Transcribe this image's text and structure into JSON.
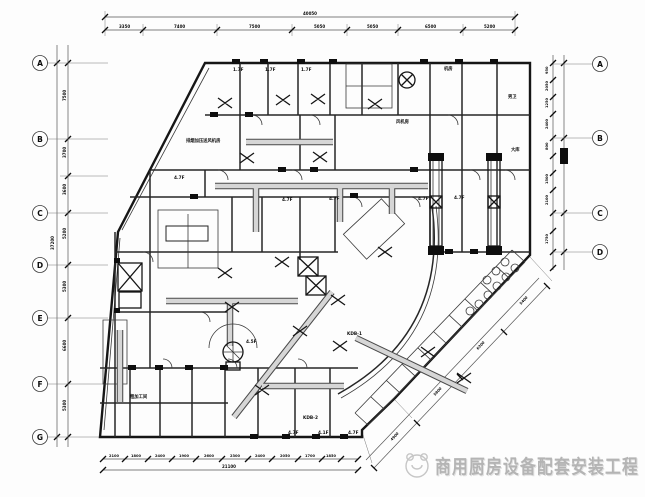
{
  "watermark": {
    "text": "商用厨房设备配套安装工程",
    "logo_icon": "panda-circle-logo"
  },
  "grid": {
    "left": [
      {
        "label": "A"
      },
      {
        "label": "B"
      },
      {
        "label": "C"
      },
      {
        "label": "D"
      },
      {
        "label": "E"
      },
      {
        "label": "F"
      },
      {
        "label": "G"
      }
    ],
    "right": [
      {
        "label": "A"
      },
      {
        "label": "B"
      },
      {
        "label": "C"
      },
      {
        "label": "D"
      }
    ]
  },
  "dims": {
    "top": {
      "total": "40050",
      "segments": [
        "3350",
        "7400",
        "7500",
        "5050",
        "5050",
        "6500",
        "5200"
      ]
    },
    "left": {
      "total": "37200",
      "segments": [
        "7500",
        "3700",
        "3600",
        "5200",
        "5300",
        "6600",
        "5300"
      ]
    },
    "right": {
      "segments": [
        "950",
        "2050",
        "1250",
        "2400",
        "800",
        "1500",
        "2100",
        "1750"
      ]
    },
    "bottom": {
      "total": "21100",
      "segments": [
        "2100",
        "1800",
        "2400",
        "1900",
        "2600",
        "2300",
        "2400",
        "2050",
        "1700",
        "1850"
      ]
    },
    "diagonal": {
      "segments": [
        "5400",
        "6200",
        "5800",
        "4900"
      ]
    }
  },
  "labels": [
    {
      "text": "排烟加压送风机房"
    },
    {
      "text": "机房"
    },
    {
      "text": "男卫"
    },
    {
      "text": "大库"
    },
    {
      "text": "风机房"
    },
    {
      "text": "1.7F"
    },
    {
      "text": "1.7F"
    },
    {
      "text": "1.7F"
    },
    {
      "text": "4.7F"
    },
    {
      "text": "4.7F"
    },
    {
      "text": "4.7F"
    },
    {
      "text": "4.7F"
    },
    {
      "text": "4.7F"
    },
    {
      "text": "KDB-1"
    },
    {
      "text": "KDB-2"
    },
    {
      "text": "粗加工间"
    },
    {
      "text": "4.5F"
    },
    {
      "text": "4.7F"
    },
    {
      "text": "4.1F"
    },
    {
      "text": "4.7F"
    }
  ],
  "colors": {
    "line": "#161616",
    "duct_fill": "#d6d6d6",
    "watermark": "#b4b4b4",
    "background": "#fdfdfd"
  }
}
